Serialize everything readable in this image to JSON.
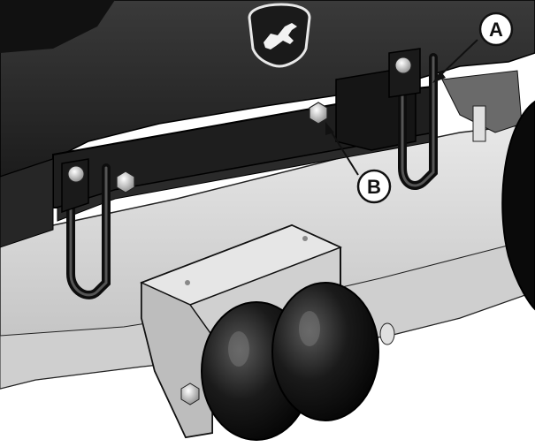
{
  "callouts": [
    {
      "id": "A",
      "label": "A"
    },
    {
      "id": "B",
      "label": "B"
    }
  ],
  "colors": {
    "deck_dark": "#1a1a1a",
    "deck_light": "#d9d9d9",
    "roller_black": "#0d0d0d",
    "bracket_gray": "#c8c8c8"
  },
  "icons": {
    "logo": "deer-logo-icon"
  }
}
